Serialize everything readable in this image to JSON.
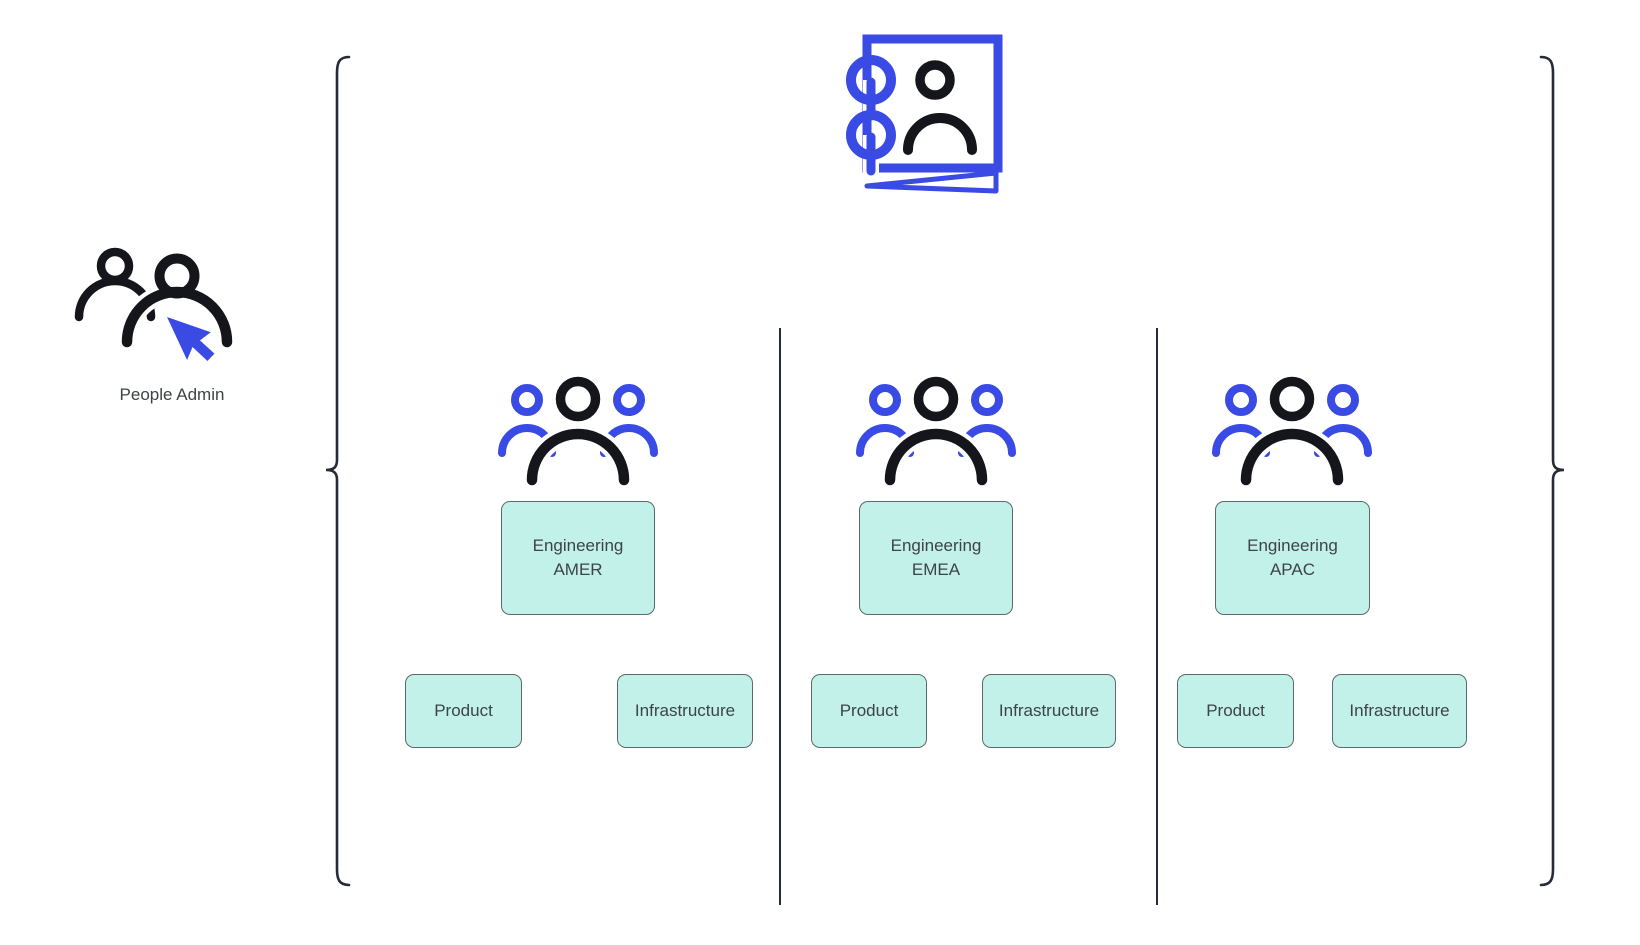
{
  "colors": {
    "background": "#ffffff",
    "accent_blue": "#3a4ae4",
    "icon_black": "#14161c",
    "node_fill": "#c2f1e9",
    "node_border": "#5b6b6b",
    "line": "#252b38",
    "text": "#3e4347"
  },
  "admin": {
    "label": "People Admin",
    "icon": "people-admin-cursor-icon"
  },
  "directory": {
    "icon": "contact-book-icon"
  },
  "groups": [
    {
      "name": {
        "line1": "Engineering",
        "line2": "AMER"
      },
      "icon": "team-icon",
      "children": [
        {
          "label": "Product"
        },
        {
          "label": "Infrastructure"
        }
      ]
    },
    {
      "name": {
        "line1": "Engineering",
        "line2": "EMEA"
      },
      "icon": "team-icon",
      "children": [
        {
          "label": "Product"
        },
        {
          "label": "Infrastructure"
        }
      ]
    },
    {
      "name": {
        "line1": "Engineering",
        "line2": "APAC"
      },
      "icon": "team-icon",
      "children": [
        {
          "label": "Product"
        },
        {
          "label": "Infrastructure"
        }
      ]
    }
  ]
}
